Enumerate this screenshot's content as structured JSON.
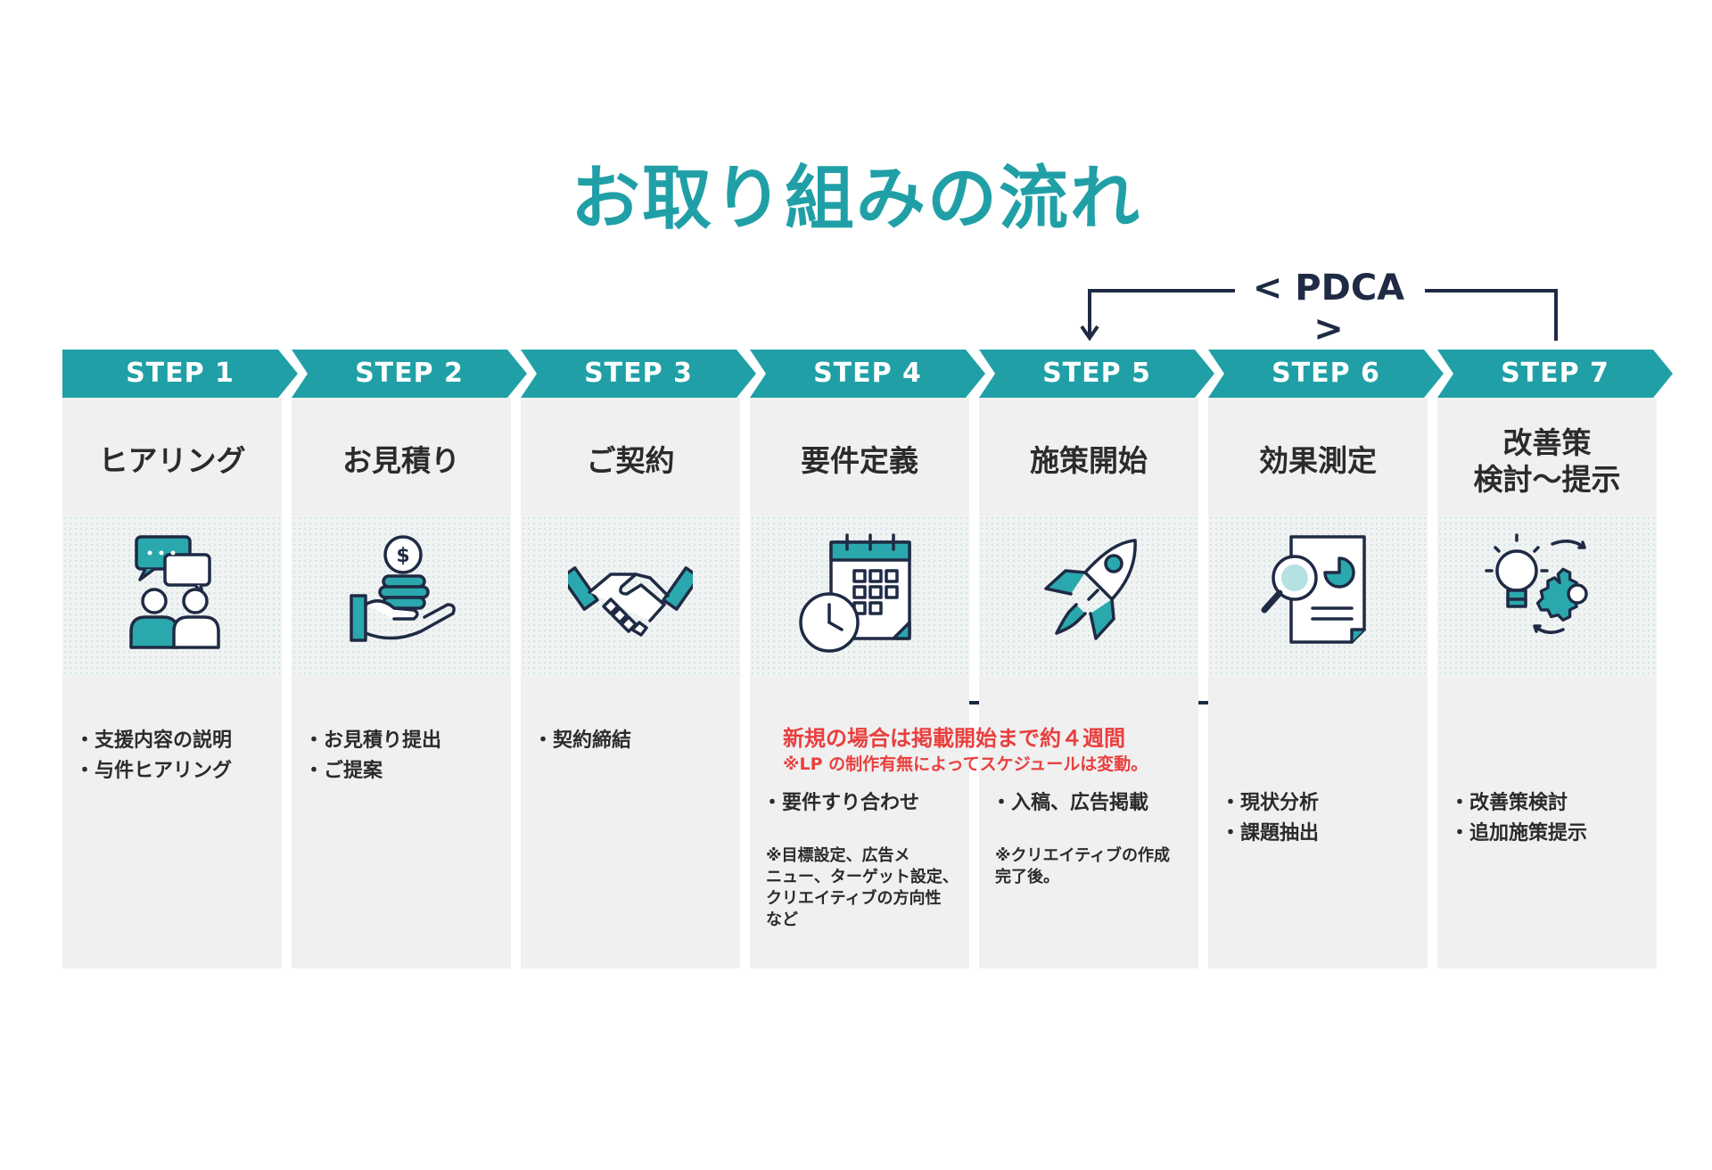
{
  "title": "お取り組みの流れ",
  "pdca": "< PDCA >",
  "colors": {
    "accent": "#20a0a6",
    "dark": "#1f2a44",
    "red": "#e8403f",
    "panel": "#f0f0f0"
  },
  "steps": [
    {
      "label": "STEP 1",
      "title": "ヒアリング",
      "icon": "meeting-chat-icon",
      "bullets": [
        "・支援内容の説明",
        "・与件ヒアリング"
      ]
    },
    {
      "label": "STEP 2",
      "title": "お見積り",
      "icon": "hand-coins-icon",
      "bullets": [
        "・お見積り提出",
        "・ご提案"
      ]
    },
    {
      "label": "STEP 3",
      "title": "ご契約",
      "icon": "handshake-icon",
      "bullets": [
        "・契約締結"
      ]
    },
    {
      "label": "STEP 4",
      "title": "要件定義",
      "icon": "calendar-clock-icon",
      "bullets": [
        "・要件すり合わせ"
      ],
      "note": "※目標設定、広告メ\nニュー、ターゲット設定、\nクリエイティブの方向性\nなど"
    },
    {
      "label": "STEP 5",
      "title": "施策開始",
      "icon": "rocket-icon",
      "bullets": [
        "・入稿、広告掲載"
      ],
      "note": "※クリエイティブの作成\n完了後。"
    },
    {
      "label": "STEP 6",
      "title": "効果測定",
      "icon": "report-magnifier-icon",
      "bullets": [
        "・現状分析",
        "・課題抽出"
      ]
    },
    {
      "label": "STEP 7",
      "title": "改善策\n検討〜提示",
      "icon": "idea-gear-icon",
      "bullets": [
        "・改善策検討",
        "・追加施策提示"
      ]
    }
  ],
  "timeline_note": {
    "main": "新規の場合は掲載開始まで約４週間",
    "sub": "※LP の制作有無によってスケジュールは変動。"
  }
}
